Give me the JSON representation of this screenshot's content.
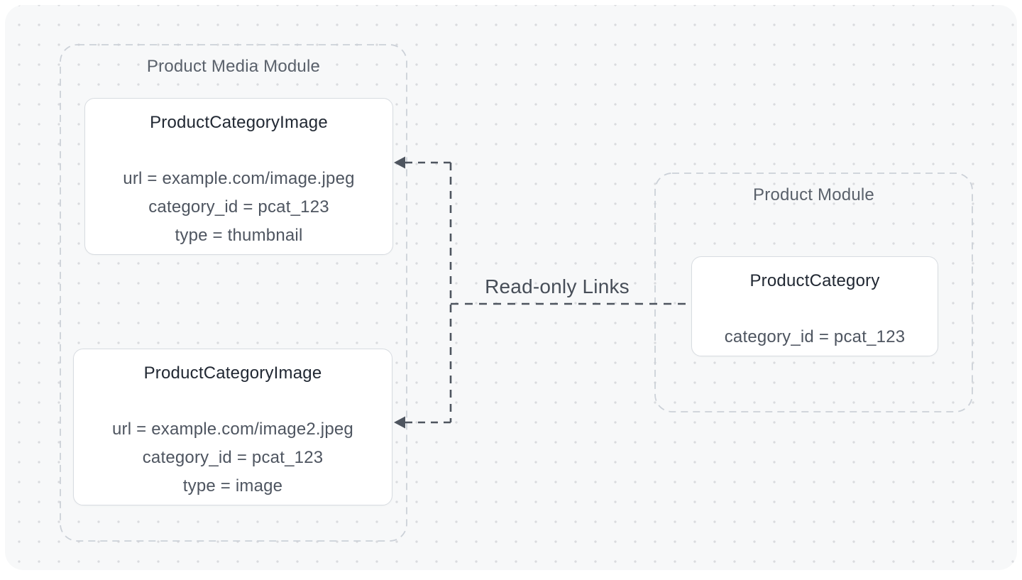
{
  "diagram": {
    "link_label": "Read-only Links",
    "modules": [
      {
        "id": "product-media-module",
        "title": "Product Media Module",
        "entities": [
          {
            "name": "ProductCategoryImage",
            "attributes": [
              "url = example.com/image.jpeg",
              "category_id = pcat_123",
              "type = thumbnail"
            ]
          },
          {
            "name": "ProductCategoryImage",
            "attributes": [
              "url = example.com/image2.jpeg",
              "category_id = pcat_123",
              "type = image"
            ]
          }
        ]
      },
      {
        "id": "product-module",
        "title": "Product Module",
        "entities": [
          {
            "name": "ProductCategory",
            "attributes": [
              "category_id = pcat_123"
            ]
          }
        ]
      }
    ],
    "colors": {
      "canvas_background": "#f7f8f9",
      "dot_grid": "#d9dbde",
      "module_boundary": "#ccd1d8",
      "module_title_text": "#5a616b",
      "card_background": "#ffffff",
      "card_border": "#d8dce1",
      "card_title_text": "#212833",
      "attribute_text": "#4e5560",
      "connector": "#4e555f",
      "link_label_text": "#474e58"
    }
  }
}
